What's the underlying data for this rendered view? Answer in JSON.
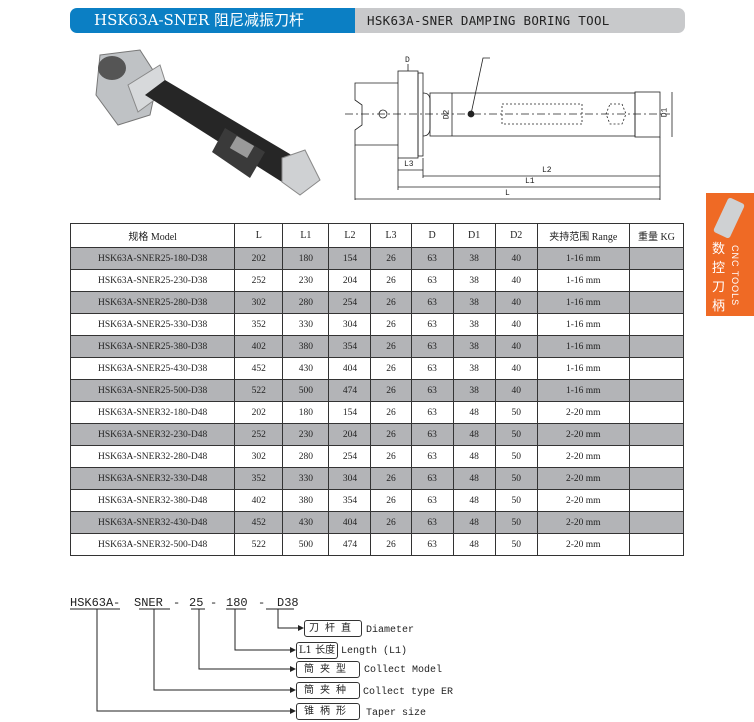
{
  "header": {
    "title_cn": "HSK63A-SNER 阻尼减振刀杆",
    "title_en": "HSK63A-SNER DAMPING BORING TOOL"
  },
  "side_tab": {
    "cn": "数控刀柄",
    "en": "CNC TOOLS"
  },
  "drawing": {
    "labels": {
      "D": "D",
      "D1": "D1",
      "D2": "D2",
      "L": "L",
      "L1": "L1",
      "L2": "L2",
      "L3": "L3"
    }
  },
  "table": {
    "headers": [
      "规格 Model",
      "L",
      "L1",
      "L2",
      "L3",
      "D",
      "D1",
      "D2",
      "夹持范围 Range",
      "重量 KG"
    ],
    "rows": [
      [
        "HSK63A-SNER25-180-D38",
        "202",
        "180",
        "154",
        "26",
        "63",
        "38",
        "40",
        "1-16 mm",
        ""
      ],
      [
        "HSK63A-SNER25-230-D38",
        "252",
        "230",
        "204",
        "26",
        "63",
        "38",
        "40",
        "1-16 mm",
        ""
      ],
      [
        "HSK63A-SNER25-280-D38",
        "302",
        "280",
        "254",
        "26",
        "63",
        "38",
        "40",
        "1-16 mm",
        ""
      ],
      [
        "HSK63A-SNER25-330-D38",
        "352",
        "330",
        "304",
        "26",
        "63",
        "38",
        "40",
        "1-16 mm",
        ""
      ],
      [
        "HSK63A-SNER25-380-D38",
        "402",
        "380",
        "354",
        "26",
        "63",
        "38",
        "40",
        "1-16 mm",
        ""
      ],
      [
        "HSK63A-SNER25-430-D38",
        "452",
        "430",
        "404",
        "26",
        "63",
        "38",
        "40",
        "1-16 mm",
        ""
      ],
      [
        "HSK63A-SNER25-500-D38",
        "522",
        "500",
        "474",
        "26",
        "63",
        "38",
        "40",
        "1-16 mm",
        ""
      ],
      [
        "HSK63A-SNER32-180-D48",
        "202",
        "180",
        "154",
        "26",
        "63",
        "48",
        "50",
        "2-20 mm",
        ""
      ],
      [
        "HSK63A-SNER32-230-D48",
        "252",
        "230",
        "204",
        "26",
        "63",
        "48",
        "50",
        "2-20 mm",
        ""
      ],
      [
        "HSK63A-SNER32-280-D48",
        "302",
        "280",
        "254",
        "26",
        "63",
        "48",
        "50",
        "2-20 mm",
        ""
      ],
      [
        "HSK63A-SNER32-330-D48",
        "352",
        "330",
        "304",
        "26",
        "63",
        "48",
        "50",
        "2-20 mm",
        ""
      ],
      [
        "HSK63A-SNER32-380-D48",
        "402",
        "380",
        "354",
        "26",
        "63",
        "48",
        "50",
        "2-20 mm",
        ""
      ],
      [
        "HSK63A-SNER32-430-D48",
        "452",
        "430",
        "404",
        "26",
        "63",
        "48",
        "50",
        "2-20 mm",
        ""
      ],
      [
        "HSK63A-SNER32-500-D48",
        "522",
        "500",
        "474",
        "26",
        "63",
        "48",
        "50",
        "2-20 mm",
        ""
      ]
    ]
  },
  "code": {
    "parts": [
      "HSK63A",
      "SNER",
      "25",
      "180",
      "D38"
    ],
    "legend": [
      {
        "cn": "刀杆直",
        "en": "Diameter"
      },
      {
        "cn": "L1 长度",
        "en": "Length (L1)"
      },
      {
        "cn": "筒夹型",
        "en": "Collect Model"
      },
      {
        "cn": "筒夹种",
        "en": "Collect type ER"
      },
      {
        "cn": "锥柄形",
        "en": "Taper size"
      }
    ]
  }
}
